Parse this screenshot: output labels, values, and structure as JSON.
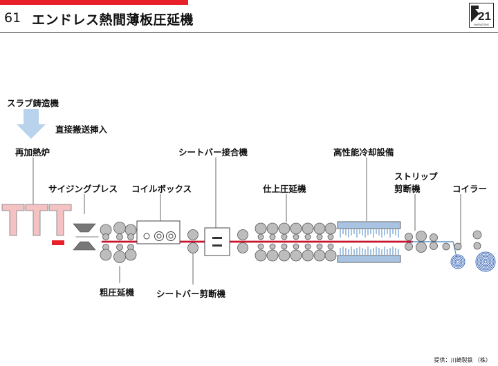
{
  "header": {
    "number": "61",
    "title": "エンドレス熱間薄板圧延機",
    "logo_text": "21",
    "logo_subtext": "INNOVATIONS",
    "accent_color": "#e8202a"
  },
  "labels": {
    "slab_caster": "スラブ鋳造機",
    "direct_charge": "直接搬送挿入",
    "reheat_furnace": "再加熱炉",
    "sizing_press": "サイジングプレス",
    "coil_box": "コイルボックス",
    "sheet_bar_welder": "シートバー接合機",
    "finishing_mill": "仕上圧延機",
    "cooling": "高性能冷却設備",
    "strip_shear_line1": "ストリップ",
    "strip_shear_line2": "剪断機",
    "coiler": "コイラー",
    "roughing_mill": "粗圧延機",
    "sheet_bar_shear": "シートバー剪断機"
  },
  "credit": "提供：川崎製鉄 （株）",
  "colors": {
    "strip": "#c8142c",
    "furnace": "#f4c2c2",
    "arrow": "#b9d3ec",
    "roll": "#bdbdbd",
    "cooling_panel": "#a8c4e2",
    "water": "#5b8fc9",
    "coil": "#3a66b5"
  }
}
